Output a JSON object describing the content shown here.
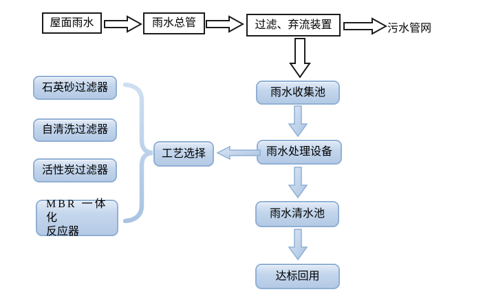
{
  "top_row": {
    "nodes": [
      {
        "label": "屋面雨水"
      },
      {
        "label": "雨水总管"
      },
      {
        "label": "过滤、弃流装置"
      }
    ],
    "end_label": "污水管网"
  },
  "main_flow": [
    {
      "label": "雨水收集池"
    },
    {
      "label": "雨水处理设备"
    },
    {
      "label": "雨水清水池"
    },
    {
      "label": "达标回用"
    }
  ],
  "process_options": [
    {
      "label": "石英砂过滤器"
    },
    {
      "label": "自清洗过滤器"
    },
    {
      "label": "活性炭过滤器"
    },
    {
      "label": "MBR 一体化反应器",
      "lines": [
        "MBR 一体化",
        "反应器"
      ]
    }
  ],
  "process_select_label": "工艺选择",
  "colors": {
    "blue_box_fill": "#bcd0e8",
    "blue_box_fill_light": "#e2eaf6",
    "blue_box_border": "#8fafd4",
    "blue_arrow_fill": "#b7cce7",
    "blue_arrow_border": "#8fafd4",
    "outline_arrow_fill": "#ffffff",
    "outline_arrow_border": "#1a1a1a",
    "background": "#ffffff",
    "text": "#000000"
  }
}
